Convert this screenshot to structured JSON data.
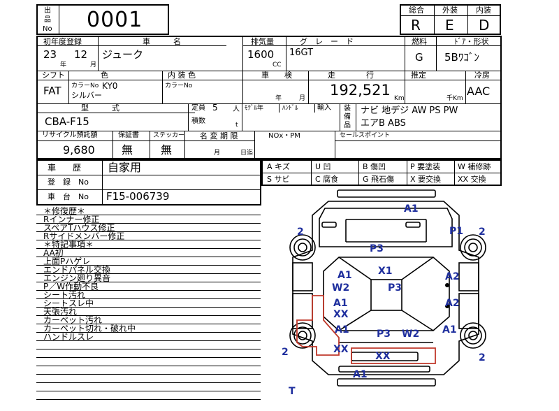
{
  "header": {
    "lot_label": [
      "出",
      "品",
      "No"
    ],
    "lot_no": "0001",
    "grades_labels": [
      "総合",
      "外装",
      "内装"
    ],
    "grades": [
      "R",
      "E",
      "D"
    ]
  },
  "row1": {
    "labels": {
      "first_reg": "初年度登録",
      "car_name": "車　　　名",
      "displacement": "排気量",
      "grade": "グ　レ　ー　ド",
      "fuel": "燃料",
      "door_shape": "ﾄﾞｱ・形状"
    },
    "reg_year": "23",
    "reg_year_unit": "年",
    "reg_month": "12",
    "reg_month_unit": "月",
    "car_name": "ジューク",
    "displacement": "1600",
    "displacement_unit": "CC",
    "grade": "16GT",
    "fuel": "G",
    "door_shape": "5Bﾜｺﾞﾝ"
  },
  "row2": {
    "labels": {
      "shift": "シフト",
      "color": "色",
      "interior_color": "内 装 色",
      "inspection": "車　　検",
      "mileage": "走　　　　行",
      "estimate": "推定",
      "ac": "冷房"
    },
    "shift": "FAT",
    "color_no_label": "カラーNo",
    "color_no": "KY0",
    "color_name": "シルバー",
    "interior_color_no_label": "カラーNo",
    "inspection_year_unit": "年",
    "inspection_month_unit": "月",
    "mileage": "192,521",
    "mileage_unit": "Km",
    "estimate_unit": "千Km",
    "ac": "AAC"
  },
  "row3": {
    "labels": {
      "model": "型　　　式",
      "capacity": "定員",
      "capacity_unit": "人",
      "loading": "積数",
      "loading_unit": "t",
      "model_frame": "ﾓﾃﾞﾙ年",
      "handle": "ﾊﾝﾄﾞﾙ",
      "import": "輸入",
      "equipment": [
        "装",
        "備",
        "品"
      ]
    },
    "model": "CBA-F15",
    "capacity": "5",
    "equipment_line1": "ナビ 地デジ AW PS PW",
    "equipment_line2": "エアB ABS"
  },
  "row4": {
    "labels": {
      "recycle": "リサイクル預託額",
      "warranty": "保証書",
      "sticker": "ステッカー",
      "name_change": "名 変 期 限",
      "nox": "NOx・PM",
      "sales_point": "セールスポイント",
      "nc_month": "月",
      "nc_date": "日迄"
    },
    "recycle": "9,680",
    "warranty": "無",
    "sticker": "無"
  },
  "history": {
    "label": "車　　歴",
    "value": "自家用",
    "reg_no_label": "登　録　No",
    "chassis_label": "車　台　No",
    "chassis": "F15-006739"
  },
  "legend": [
    [
      "A キズ",
      "U 凹",
      "B 傷凹",
      "P 要塗装",
      "W 補修跡"
    ],
    [
      "S サビ",
      "C 腐食",
      "G 飛石傷",
      "X 要交換",
      "XX 交換"
    ]
  ],
  "notes": [
    "＊修復歴＊",
    "Rインナー修正",
    "スペアTハウス修正",
    "Rサイドメンバー修正",
    "＊特記事項＊",
    "AA初",
    "上面Pハゲレ",
    "エンドパネル交換",
    "エンジン廻り異音",
    "P／W作動不良",
    "シート汚れ",
    "シートスレ中",
    "天張汚れ",
    "カーペット汚れ",
    "カーペット切れ・破れ中",
    "ハンドルスレ"
  ],
  "diagram": {
    "marks": [
      "A1",
      "2",
      "P1",
      "2",
      "P3",
      "A1",
      "X1",
      "A2",
      "W2",
      "P3",
      "A1",
      "A2",
      "XX",
      "A1",
      "A1",
      "P3",
      "W2",
      "2",
      "XX",
      "XX",
      "2",
      "A1",
      "T"
    ],
    "colors": {
      "mark": "#1f2f9e",
      "repair": "#c0392b"
    }
  }
}
